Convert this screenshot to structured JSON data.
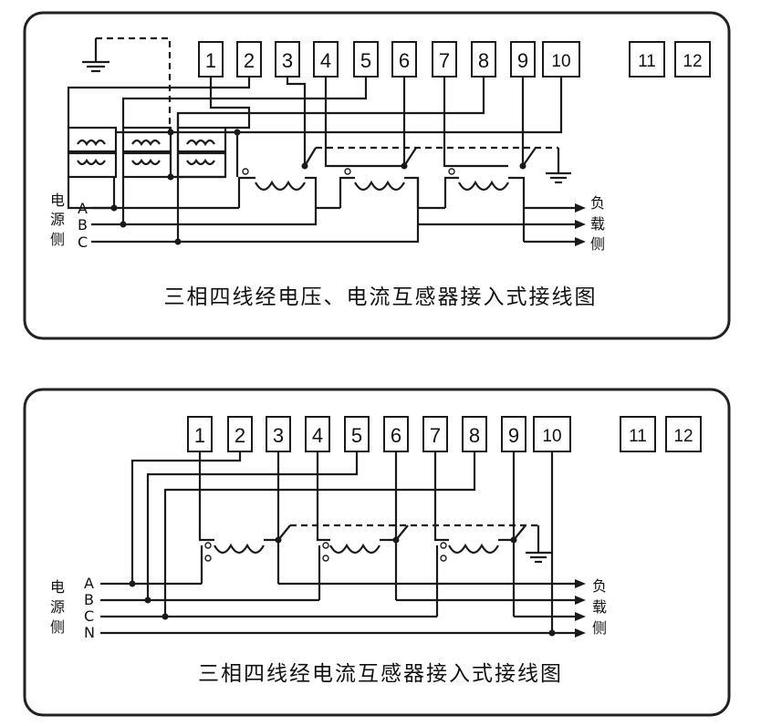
{
  "diagram1": {
    "title": "三相四线经电压、电流互感器接入式接线图",
    "terminals": [
      "1",
      "2",
      "3",
      "4",
      "5",
      "6",
      "7",
      "8",
      "9",
      "10",
      "11",
      "12"
    ],
    "source_label": [
      "电",
      "源",
      "侧"
    ],
    "phases": [
      "A",
      "B",
      "C"
    ],
    "load_label": [
      "负",
      "载",
      "侧"
    ]
  },
  "diagram2": {
    "title": "三相四线经电流互感器接入式接线图",
    "terminals": [
      "1",
      "2",
      "3",
      "4",
      "5",
      "6",
      "7",
      "8",
      "9",
      "10",
      "11",
      "12"
    ],
    "source_label": [
      "电",
      "源",
      "侧"
    ],
    "phases": [
      "A",
      "B",
      "C",
      "N"
    ],
    "load_label": [
      "负",
      "载",
      "侧"
    ]
  }
}
